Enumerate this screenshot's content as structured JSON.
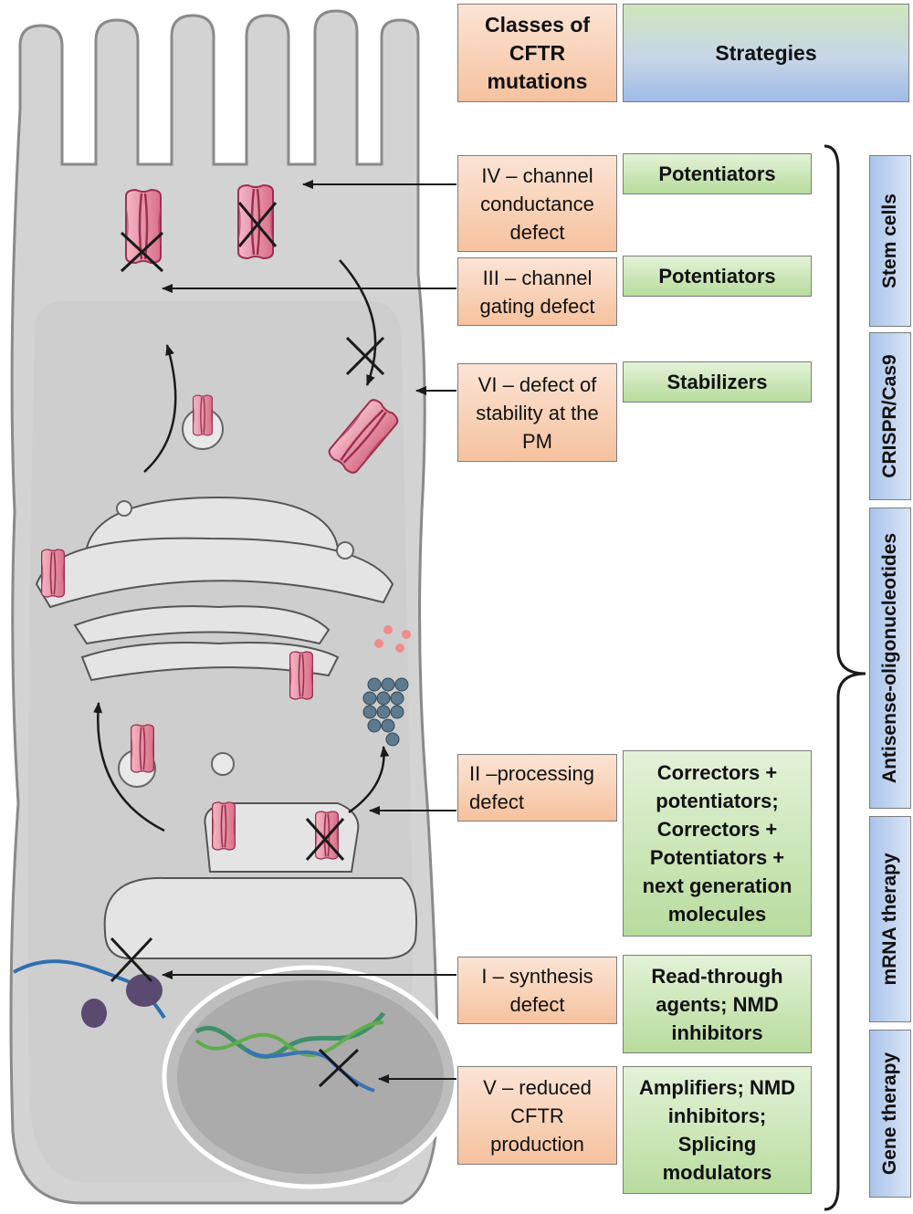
{
  "headers": {
    "classes": "Classes of CFTR mutations",
    "strategies": "Strategies"
  },
  "mutation_classes": [
    {
      "id": "IV",
      "label": "IV – channel conductance defect"
    },
    {
      "id": "III",
      "label": "III – channel gating defect"
    },
    {
      "id": "VI",
      "label": "VI – defect of stability at the PM"
    },
    {
      "id": "II",
      "label": "II –processing defect"
    },
    {
      "id": "I",
      "label": "I – synthesis defect"
    },
    {
      "id": "V",
      "label": "V – reduced CFTR production"
    }
  ],
  "strategies": [
    {
      "for": "IV",
      "label": "Potentiators"
    },
    {
      "for": "III",
      "label": "Potentiators"
    },
    {
      "for": "VI",
      "label": "Stabilizers"
    },
    {
      "for": "II",
      "label": "Correctors + potentiators; Correctors + Potentiators + next generation molecules"
    },
    {
      "for": "I",
      "label": "Read-through agents; NMD inhibitors"
    },
    {
      "for": "V",
      "label": "Amplifiers; NMD inhibitors; Splicing modulators"
    }
  ],
  "general_strategies": [
    "Stem cells",
    "CRISPR/Cas9",
    "Antisense-oligonucleotides",
    "mRNA therapy",
    "Gene therapy"
  ],
  "colors": {
    "cell_fill": "#d3d3d3",
    "cell_border": "#8a8a8a",
    "cftr_pink": "#e07f96",
    "cftr_dark": "#b03a5a",
    "class_box": "#f6c29e",
    "strategy_box": "#b7dc9d",
    "vertical_box": "#aac4ea"
  }
}
